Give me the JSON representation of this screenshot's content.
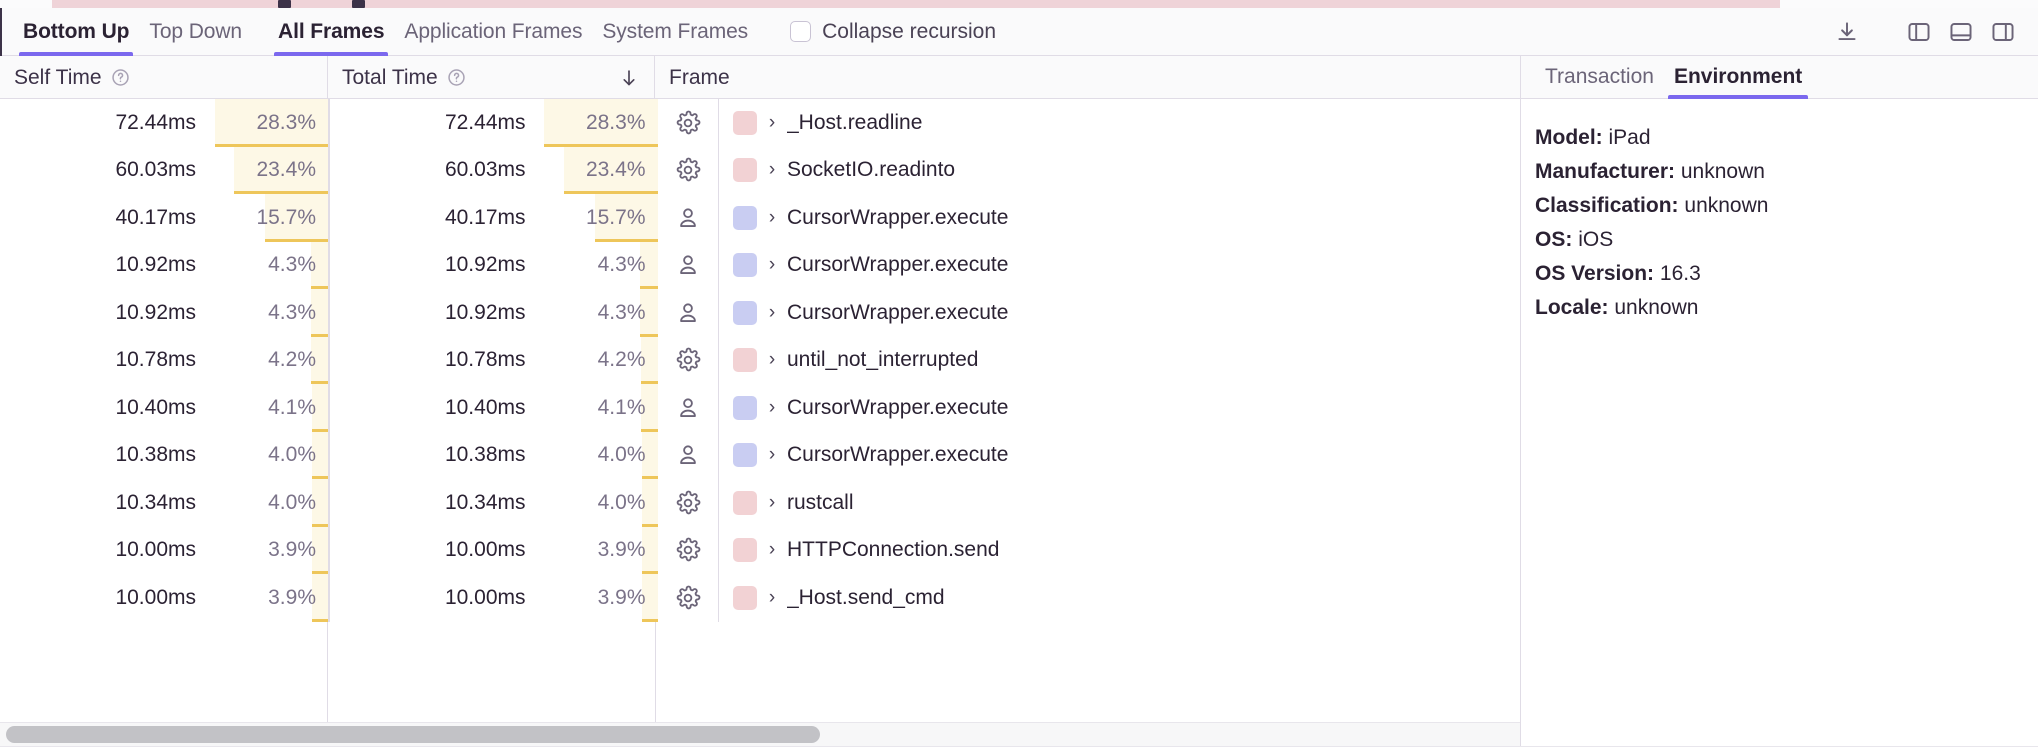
{
  "toolbar": {
    "tabs_group_a": [
      {
        "label": "Bottom Up",
        "active": true
      },
      {
        "label": "Top Down",
        "active": false
      }
    ],
    "tabs_group_b": [
      {
        "label": "All Frames",
        "active": true
      },
      {
        "label": "Application Frames",
        "active": false
      },
      {
        "label": "System Frames",
        "active": false
      }
    ],
    "collapse_recursion": {
      "label": "Collapse recursion",
      "checked": false
    },
    "icons": [
      {
        "name": "download-icon",
        "title": "Export"
      },
      {
        "name": "panel-left-icon",
        "title": "Toggle left panel"
      },
      {
        "name": "panel-bottom-icon",
        "title": "Toggle bottom panel"
      },
      {
        "name": "panel-right-icon",
        "title": "Toggle right panel"
      }
    ],
    "accent_color": "#7b68ee"
  },
  "table": {
    "columns": [
      {
        "key": "self_time",
        "label": "Self Time",
        "has_help": true,
        "sorted": false
      },
      {
        "key": "total_time",
        "label": "Total Time",
        "has_help": true,
        "sorted": true,
        "sort_dir": "desc",
        "sort_glyph": "↓"
      },
      {
        "key": "frame",
        "label": "Frame",
        "has_help": false,
        "sorted": false
      }
    ],
    "colors": {
      "bar_fill": "#fdf8e6",
      "bar_underline": "#eec65a",
      "swatch_system": "#f2d2d4",
      "swatch_application": "#c9cdf2"
    },
    "rows": [
      {
        "self_time": "72.44ms",
        "self_pct": "28.3%",
        "self_pct_value": 28.3,
        "total_time": "72.44ms",
        "total_pct": "28.3%",
        "total_pct_value": 28.3,
        "frame": "_Host.readline",
        "frame_type": "system",
        "type_icon": "gear-icon",
        "caret": "›"
      },
      {
        "self_time": "60.03ms",
        "self_pct": "23.4%",
        "self_pct_value": 23.4,
        "total_time": "60.03ms",
        "total_pct": "23.4%",
        "total_pct_value": 23.4,
        "frame": "SocketIO.readinto",
        "frame_type": "system",
        "type_icon": "gear-icon",
        "caret": "›"
      },
      {
        "self_time": "40.17ms",
        "self_pct": "15.7%",
        "self_pct_value": 15.7,
        "total_time": "40.17ms",
        "total_pct": "15.7%",
        "total_pct_value": 15.7,
        "frame": "CursorWrapper.execute",
        "frame_type": "application",
        "type_icon": "person-icon",
        "caret": "›"
      },
      {
        "self_time": "10.92ms",
        "self_pct": "4.3%",
        "self_pct_value": 4.3,
        "total_time": "10.92ms",
        "total_pct": "4.3%",
        "total_pct_value": 4.3,
        "frame": "CursorWrapper.execute",
        "frame_type": "application",
        "type_icon": "person-icon",
        "caret": "›"
      },
      {
        "self_time": "10.92ms",
        "self_pct": "4.3%",
        "self_pct_value": 4.3,
        "total_time": "10.92ms",
        "total_pct": "4.3%",
        "total_pct_value": 4.3,
        "frame": "CursorWrapper.execute",
        "frame_type": "application",
        "type_icon": "person-icon",
        "caret": "›"
      },
      {
        "self_time": "10.78ms",
        "self_pct": "4.2%",
        "self_pct_value": 4.2,
        "total_time": "10.78ms",
        "total_pct": "4.2%",
        "total_pct_value": 4.2,
        "frame": "until_not_interrupted",
        "frame_type": "system",
        "type_icon": "gear-icon",
        "caret": "›"
      },
      {
        "self_time": "10.40ms",
        "self_pct": "4.1%",
        "self_pct_value": 4.1,
        "total_time": "10.40ms",
        "total_pct": "4.1%",
        "total_pct_value": 4.1,
        "frame": "CursorWrapper.execute",
        "frame_type": "application",
        "type_icon": "person-icon",
        "caret": "›"
      },
      {
        "self_time": "10.38ms",
        "self_pct": "4.0%",
        "self_pct_value": 4.0,
        "total_time": "10.38ms",
        "total_pct": "4.0%",
        "total_pct_value": 4.0,
        "frame": "CursorWrapper.execute",
        "frame_type": "application",
        "type_icon": "person-icon",
        "caret": "›"
      },
      {
        "self_time": "10.34ms",
        "self_pct": "4.0%",
        "self_pct_value": 4.0,
        "total_time": "10.34ms",
        "total_pct": "4.0%",
        "total_pct_value": 4.0,
        "frame": "rustcall",
        "frame_type": "system",
        "type_icon": "gear-icon",
        "caret": "›"
      },
      {
        "self_time": "10.00ms",
        "self_pct": "3.9%",
        "self_pct_value": 3.9,
        "total_time": "10.00ms",
        "total_pct": "3.9%",
        "total_pct_value": 3.9,
        "frame": "HTTPConnection.send",
        "frame_type": "system",
        "type_icon": "gear-icon",
        "caret": "›"
      },
      {
        "self_time": "10.00ms",
        "self_pct": "3.9%",
        "self_pct_value": 3.9,
        "total_time": "10.00ms",
        "total_pct": "3.9%",
        "total_pct_value": 3.9,
        "frame": "_Host.send_cmd",
        "frame_type": "system",
        "type_icon": "gear-icon",
        "caret": "›"
      }
    ]
  },
  "right_panel": {
    "tabs": [
      {
        "label": "Transaction",
        "active": false
      },
      {
        "label": "Environment",
        "active": true
      }
    ],
    "environment": [
      {
        "key": "Model:",
        "value": "iPad"
      },
      {
        "key": "Manufacturer:",
        "value": "unknown"
      },
      {
        "key": "Classification:",
        "value": "unknown"
      },
      {
        "key": "OS:",
        "value": "iOS"
      },
      {
        "key": "OS Version:",
        "value": "16.3"
      },
      {
        "key": "Locale:",
        "value": "unknown"
      }
    ]
  },
  "scrollbar": {
    "thumb_percent": 54
  }
}
